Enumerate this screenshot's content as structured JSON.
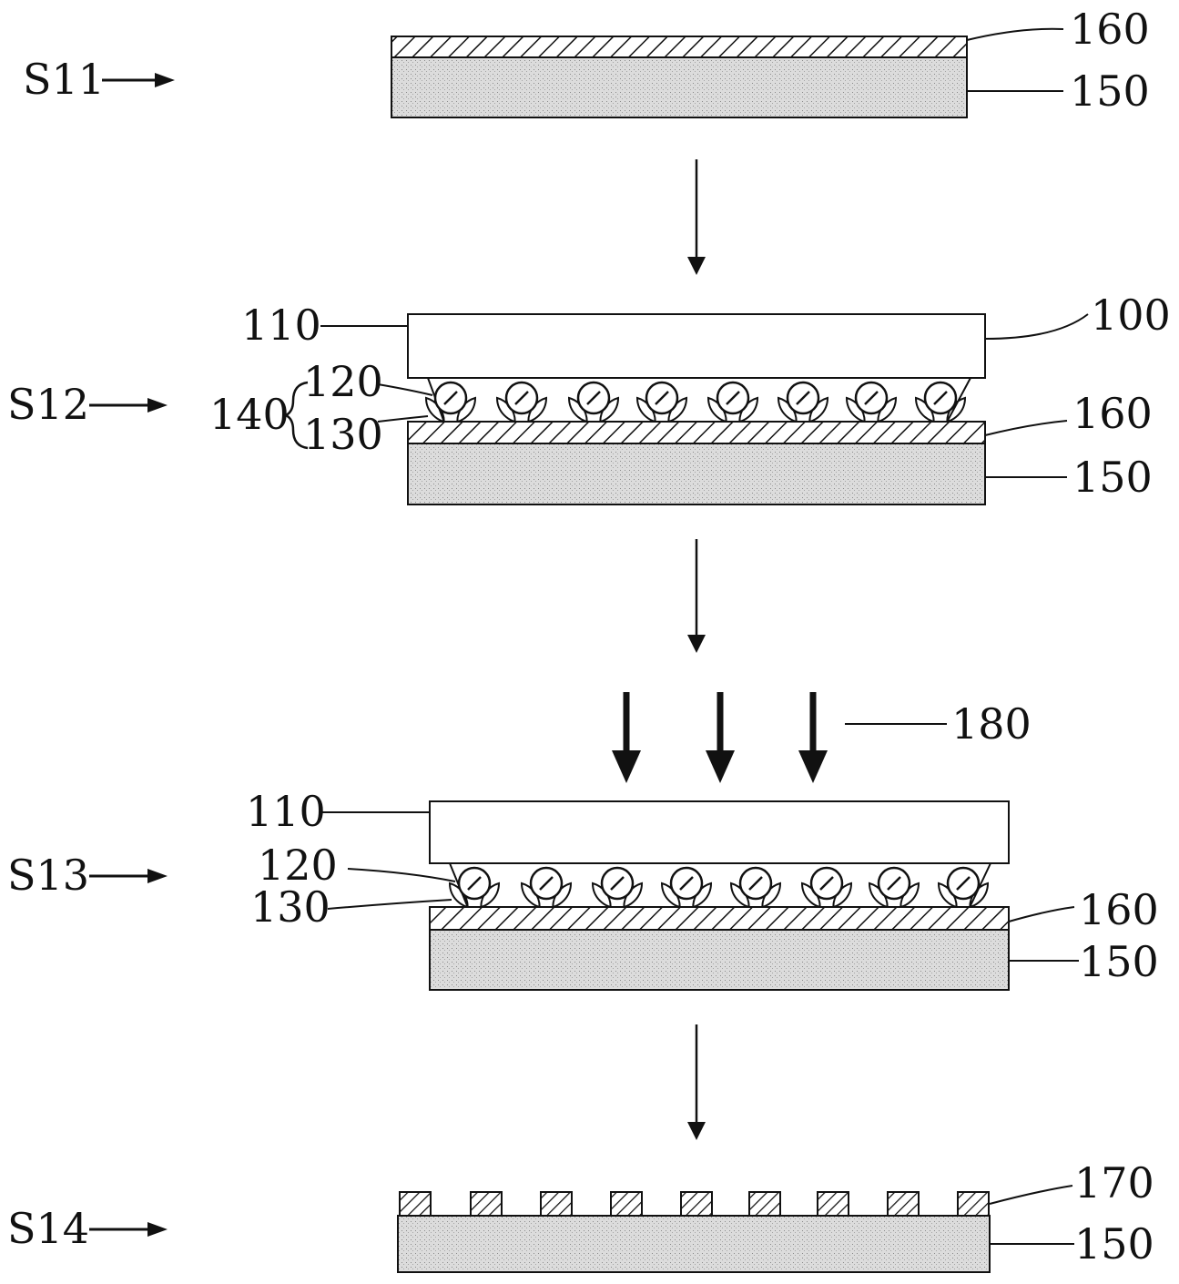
{
  "steps": {
    "s11": "S11",
    "s12": "S12",
    "s13": "S13",
    "s14": "S14"
  },
  "labels": {
    "l100": "100",
    "l110": "110",
    "l120": "120",
    "l130": "130",
    "l140": "140",
    "l150": "150",
    "l160": "160",
    "l170": "170",
    "l180": "180"
  },
  "colors": {
    "ink": "#111111",
    "substrate": "#d9d9d9",
    "layer": "#ffffff",
    "background": "#ffffff"
  }
}
